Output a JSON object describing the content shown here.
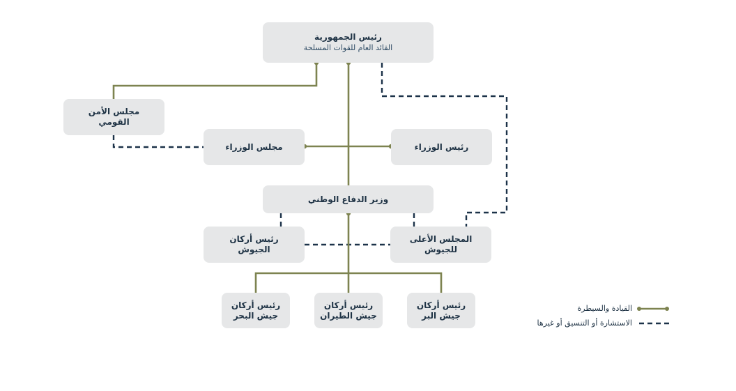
{
  "nodes": {
    "president": {
      "title": "رئيس الجمهورية",
      "subtitle": "القائد العام للقوات المسلحة"
    },
    "national_security_council": {
      "line1": "مجلس الأمن",
      "line2": "القومي"
    },
    "council_of_ministers": {
      "label": "مجلس الوزراء"
    },
    "prime_minister": {
      "label": "رئيس الوزراء"
    },
    "defense_minister": {
      "label": "وزير الدفاع الوطني"
    },
    "chief_of_staff": {
      "line1": "رئيس أركان",
      "line2": "الجيوش"
    },
    "supreme_council": {
      "line1": "المجلس الأعلى",
      "line2": "للجيوش"
    },
    "navy_chief": {
      "line1": "رئيس أركان",
      "line2": "جيش البحر"
    },
    "air_chief": {
      "line1": "رئيس أركان",
      "line2": "جيش الطيران"
    },
    "land_chief": {
      "line1": "رئيس أركان",
      "line2": "جيش البر"
    }
  },
  "legend": {
    "command_label": "القيادة والسيطرة",
    "advisory_label": "الاستشارة أو التنسيق أو غيرها"
  },
  "colors": {
    "command_line": "#7d8350",
    "advisory_line": "#1c3249",
    "box_fill": "#e6e7e8",
    "text": "#1f3345"
  }
}
